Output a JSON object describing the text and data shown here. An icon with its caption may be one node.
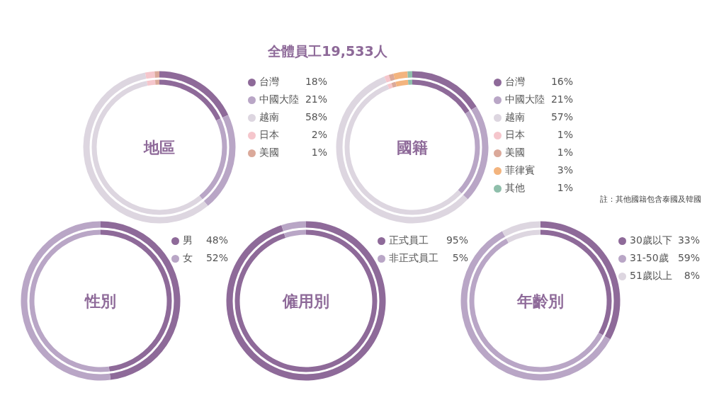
{
  "diagram": {
    "title": "全體員工19,533人",
    "labels": [
      "註：其他國籍包含泰國及韓國"
    ],
    "chart_data": [
      {
        "type": "donut",
        "title": "地區",
        "legend": "right",
        "categories": [
          "台灣",
          "中國大陸",
          "越南",
          "日本",
          "美國"
        ],
        "series": [
          {
            "values": [
              18,
              21,
              58,
              2,
              1
            ],
            "colors": [
              "#8e6a99",
              "#b9a6c6",
              "#ddd6e0",
              "#f5c6cc",
              "#dba99a"
            ]
          }
        ],
        "value_labels": [
          "18%",
          "21%",
          "58%",
          "2%",
          "1%"
        ]
      },
      {
        "type": "donut",
        "title": "國籍",
        "legend": "right",
        "categories": [
          "台灣",
          "中國大陸",
          "越南",
          "日本",
          "美國",
          "菲律賓",
          "其他"
        ],
        "series": [
          {
            "values": [
              16,
              21,
              57,
              1,
              1,
              3,
              1
            ],
            "colors": [
              "#8e6a99",
              "#b9a6c6",
              "#ddd6e0",
              "#f5c6cc",
              "#dba99a",
              "#f3b47e",
              "#8fbfab"
            ]
          }
        ],
        "value_labels": [
          "16%",
          "21%",
          "57%",
          "1%",
          "1%",
          "3%",
          "1%"
        ]
      },
      {
        "type": "donut",
        "title": "性別",
        "legend": "right",
        "categories": [
          "男",
          "女"
        ],
        "series": [
          {
            "values": [
              48,
              52
            ],
            "colors": [
              "#8e6a99",
              "#b9a6c6"
            ]
          }
        ],
        "value_labels": [
          "48%",
          "52%"
        ]
      },
      {
        "type": "donut",
        "title": "僱用別",
        "legend": "right",
        "categories": [
          "正式員工",
          "非正式員工"
        ],
        "series": [
          {
            "values": [
              95,
              5
            ],
            "colors": [
              "#8e6a99",
              "#b9a6c6"
            ]
          }
        ],
        "value_labels": [
          "95%",
          "5%"
        ]
      },
      {
        "type": "donut",
        "title": "年齡別",
        "legend": "right",
        "categories": [
          "30歲以下",
          "31-50歲",
          "51歲以上"
        ],
        "series": [
          {
            "values": [
              33,
              59,
              8
            ],
            "colors": [
              "#8e6a99",
              "#b9a6c6",
              "#ddd6e0"
            ]
          }
        ],
        "value_labels": [
          "33%",
          "59%",
          "8%"
        ]
      }
    ]
  }
}
